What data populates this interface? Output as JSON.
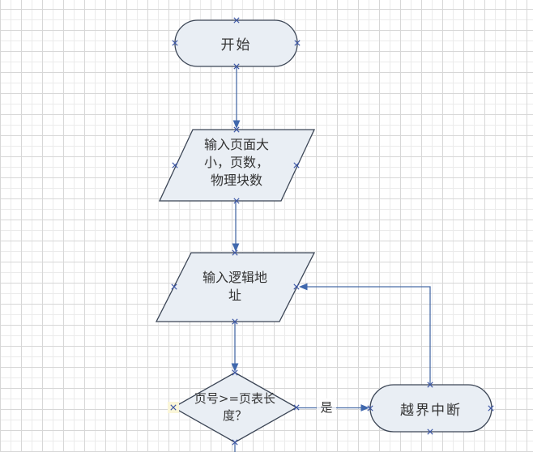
{
  "colors": {
    "canvas_bg": "#ffffff",
    "grid_minor": "#ebebeb",
    "grid_major": "#d7d7d7",
    "shape_fill": "#e9eef4",
    "shape_stroke": "#3c4656",
    "connector": "#4a6da8",
    "arrowhead": "#4068ad",
    "connection_point": "#3d57a6",
    "text": "#333333",
    "glue_highlight": "#faf6d8"
  },
  "nodes": {
    "start": {
      "type": "terminator",
      "label": "开始"
    },
    "input_page_info": {
      "type": "data",
      "label": "输入页面大\n小，页数，\n物理块数"
    },
    "input_logical_address": {
      "type": "data",
      "label": "输入逻辑地\n址"
    },
    "page_check": {
      "type": "decision",
      "label": "页号>=页表长\n度？"
    },
    "out_of_bounds": {
      "type": "terminator",
      "label": "越界中断"
    }
  },
  "edge_labels": {
    "yes": "是"
  }
}
